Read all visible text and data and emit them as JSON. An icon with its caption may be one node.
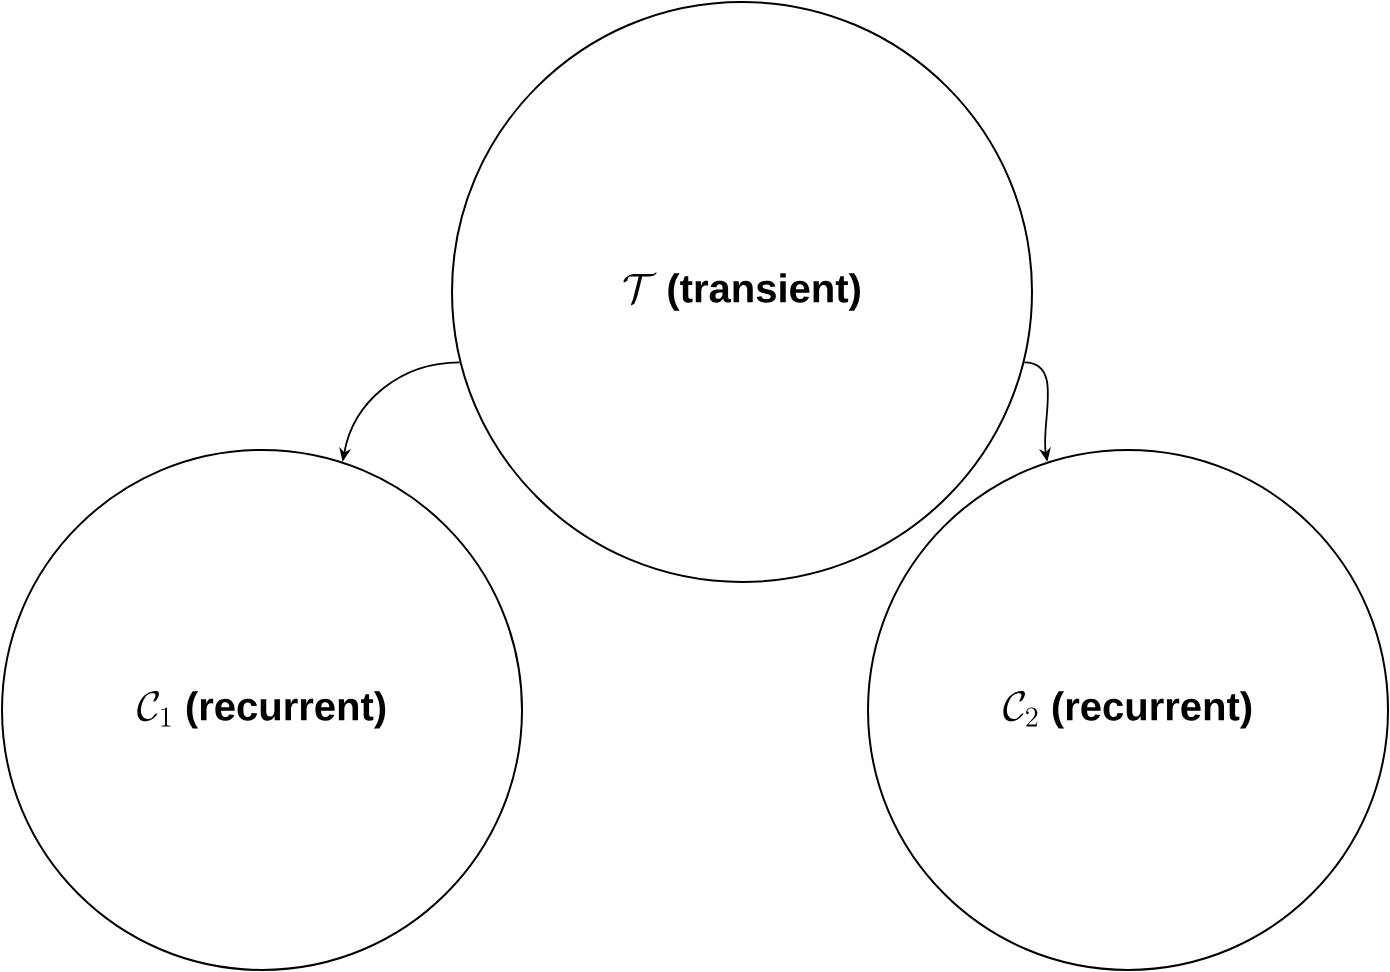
{
  "diagram": {
    "nodes": [
      {
        "text": [
          "\\mathcal{T}",
          "(transient)"
        ]
      },
      {
        "text": [
          "\\mathcal{C}_1",
          "(recurrent)"
        ]
      },
      {
        "text": [
          "\\mathcal{C}_2",
          "(recurrent)"
        ]
      }
    ],
    "edges": [
      {
        "from": 0,
        "to": 1,
        "arrow": "to"
      },
      {
        "from": 0,
        "to": 2,
        "arrow": "to"
      }
    ]
  }
}
